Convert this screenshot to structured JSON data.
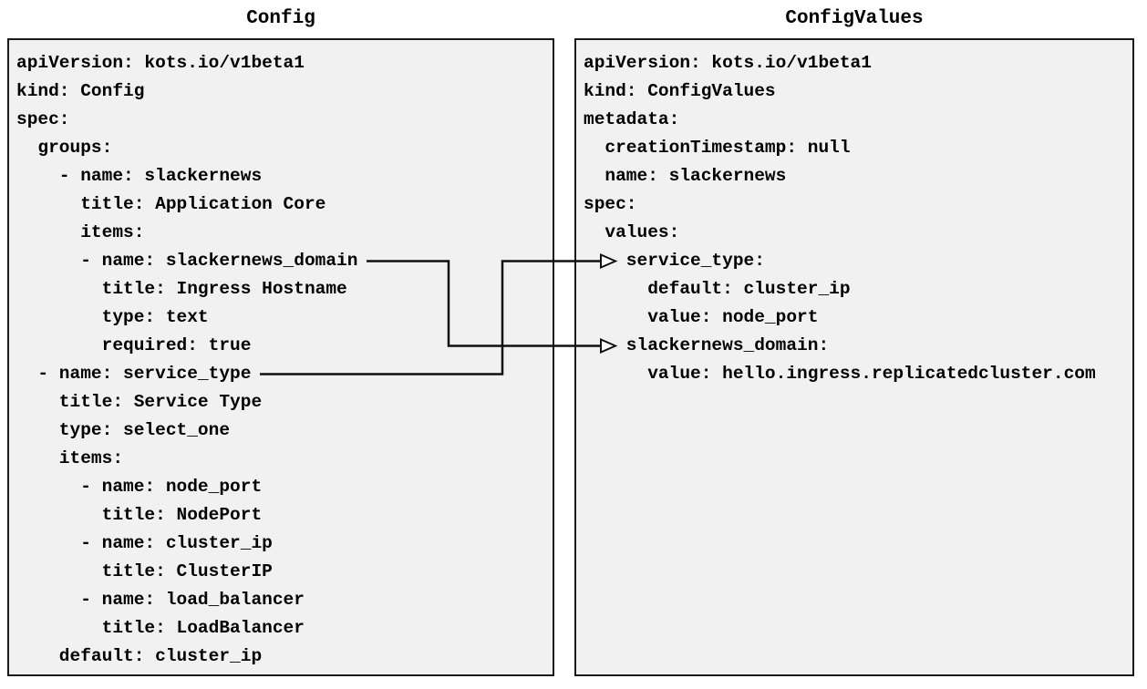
{
  "diagram": {
    "left_panel": {
      "title": "Config",
      "code": "apiVersion: kots.io/v1beta1\nkind: Config\nspec:\n  groups:\n    - name: slackernews\n      title: Application Core\n      items:\n      - name: slackernews_domain\n        title: Ingress Hostname\n        type: text\n        required: true\n  - name: service_type\n    title: Service Type\n    type: select_one\n    items:\n      - name: node_port\n        title: NodePort\n      - name: cluster_ip\n        title: ClusterIP\n      - name: load_balancer\n        title: LoadBalancer\n    default: cluster_ip"
    },
    "right_panel": {
      "title": "ConfigValues",
      "code": "apiVersion: kots.io/v1beta1\nkind: ConfigValues\nmetadata:\n  creationTimestamp: null\n  name: slackernews\nspec:\n  values:\n    service_type:\n      default: cluster_ip\n      value: node_port\n    slackernews_domain:\n      value: hello.ingress.replicatedcluster.com"
    },
    "connectors": [
      {
        "from": "Config item name: slackernews_domain",
        "to": "ConfigValues value key: slackernews_domain"
      },
      {
        "from": "Config item name: service_type",
        "to": "ConfigValues value key: service_type"
      }
    ],
    "colors": {
      "background": "#ffffff",
      "panel_fill": "#f1f1f1",
      "panel_border": "#1a1a1a",
      "text": "#000000",
      "connector": "#111111",
      "arrowhead_fill": "#ffffff"
    }
  }
}
